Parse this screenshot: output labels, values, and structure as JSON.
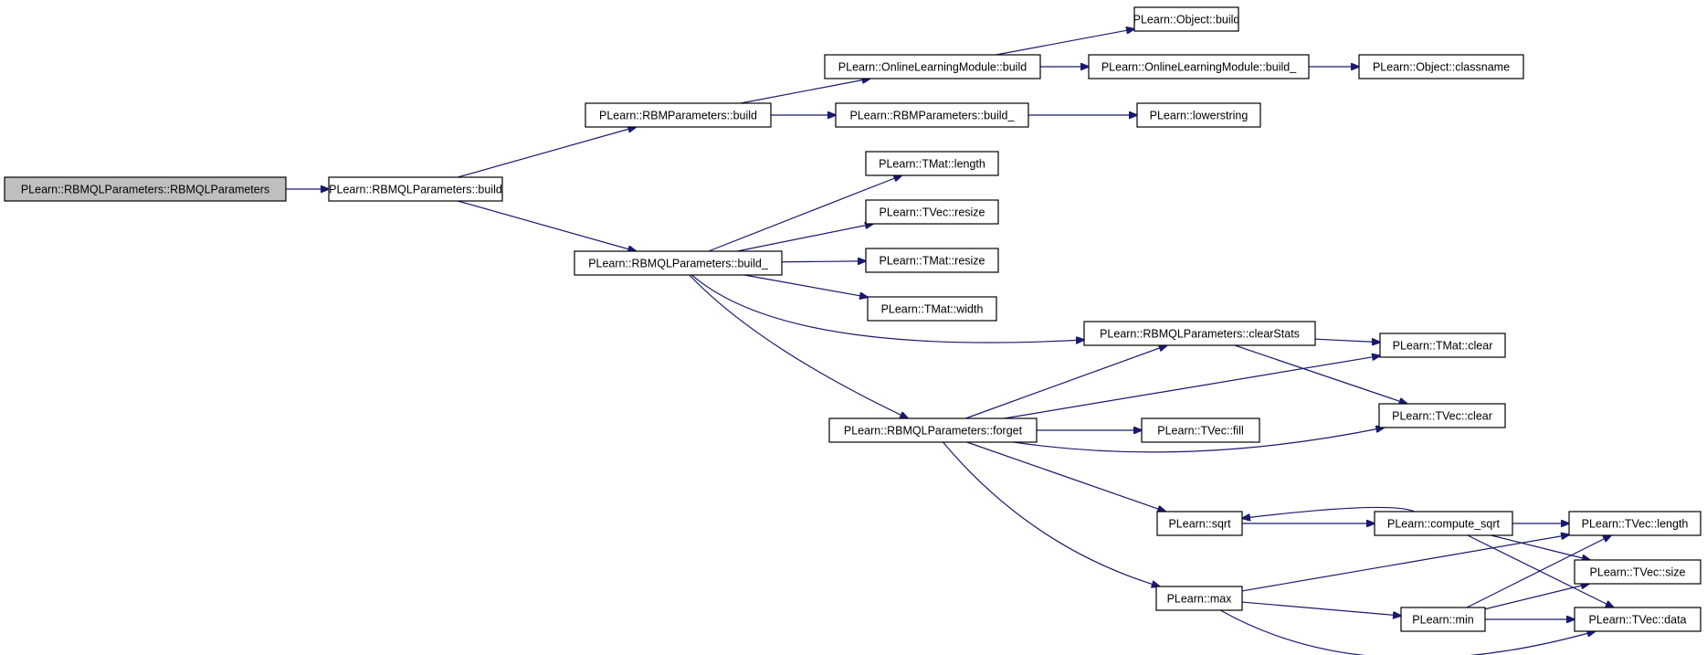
{
  "diagram": {
    "type": "call-graph",
    "colors": {
      "edge": "#191970",
      "root_fill": "#bfbfbf",
      "node_fill": "#ffffff",
      "node_border": "#000000"
    },
    "nodes": [
      {
        "id": "n0",
        "label": "PLearn::RBMQLParameters::RBMQLParameters",
        "root": true
      },
      {
        "id": "n1",
        "label": "PLearn::RBMQLParameters::build"
      },
      {
        "id": "n2",
        "label": "PLearn::RBMParameters::build"
      },
      {
        "id": "n3",
        "label": "PLearn::RBMQLParameters::build_"
      },
      {
        "id": "n4",
        "label": "PLearn::OnlineLearningModule::build"
      },
      {
        "id": "n5",
        "label": "PLearn::RBMParameters::build_"
      },
      {
        "id": "n6",
        "label": "PLearn::Object::build"
      },
      {
        "id": "n7",
        "label": "PLearn::OnlineLearningModule::build_"
      },
      {
        "id": "n8",
        "label": "PLearn::Object::classname"
      },
      {
        "id": "n9",
        "label": "PLearn::lowerstring"
      },
      {
        "id": "n10",
        "label": "PLearn::TMat::length"
      },
      {
        "id": "n11",
        "label": "PLearn::TVec::resize"
      },
      {
        "id": "n12",
        "label": "PLearn::TMat::resize"
      },
      {
        "id": "n13",
        "label": "PLearn::TMat::width"
      },
      {
        "id": "n14",
        "label": "PLearn::RBMQLParameters::clearStats"
      },
      {
        "id": "n15",
        "label": "PLearn::RBMQLParameters::forget"
      },
      {
        "id": "n16",
        "label": "PLearn::TMat::clear"
      },
      {
        "id": "n17",
        "label": "PLearn::TVec::clear"
      },
      {
        "id": "n18",
        "label": "PLearn::TVec::fill"
      },
      {
        "id": "n19",
        "label": "PLearn::sqrt"
      },
      {
        "id": "n20",
        "label": "PLearn::compute_sqrt"
      },
      {
        "id": "n21",
        "label": "PLearn::max"
      },
      {
        "id": "n22",
        "label": "PLearn::min"
      },
      {
        "id": "n23",
        "label": "PLearn::TVec::length"
      },
      {
        "id": "n24",
        "label": "PLearn::TVec::size"
      },
      {
        "id": "n25",
        "label": "PLearn::TVec::data"
      }
    ],
    "edges": [
      [
        "n0",
        "n1"
      ],
      [
        "n1",
        "n2"
      ],
      [
        "n1",
        "n3"
      ],
      [
        "n2",
        "n4"
      ],
      [
        "n2",
        "n5"
      ],
      [
        "n4",
        "n6"
      ],
      [
        "n4",
        "n7"
      ],
      [
        "n7",
        "n8"
      ],
      [
        "n5",
        "n9"
      ],
      [
        "n3",
        "n10"
      ],
      [
        "n3",
        "n11"
      ],
      [
        "n3",
        "n12"
      ],
      [
        "n3",
        "n13"
      ],
      [
        "n3",
        "n14"
      ],
      [
        "n3",
        "n15"
      ],
      [
        "n14",
        "n16"
      ],
      [
        "n14",
        "n17"
      ],
      [
        "n15",
        "n14"
      ],
      [
        "n15",
        "n16"
      ],
      [
        "n15",
        "n17"
      ],
      [
        "n15",
        "n18"
      ],
      [
        "n15",
        "n19"
      ],
      [
        "n15",
        "n21"
      ],
      [
        "n19",
        "n20"
      ],
      [
        "n20",
        "n19"
      ],
      [
        "n20",
        "n23"
      ],
      [
        "n20",
        "n24"
      ],
      [
        "n20",
        "n25"
      ],
      [
        "n21",
        "n22"
      ],
      [
        "n21",
        "n23"
      ],
      [
        "n21",
        "n25"
      ],
      [
        "n22",
        "n23"
      ],
      [
        "n22",
        "n24"
      ],
      [
        "n22",
        "n25"
      ]
    ]
  }
}
